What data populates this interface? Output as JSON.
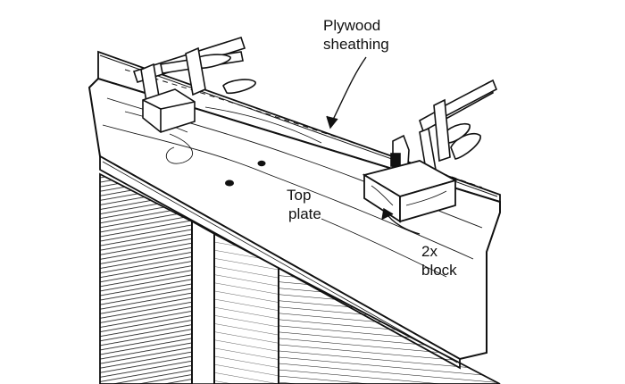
{
  "labels": {
    "sheathing_line1": "Plywood",
    "sheathing_line2": "sheathing",
    "plate_line1": "Top",
    "plate_line2": "plate",
    "block_line1": "2x",
    "block_line2": "block"
  },
  "colors": {
    "ink": "#111111",
    "paper": "#ffffff"
  }
}
